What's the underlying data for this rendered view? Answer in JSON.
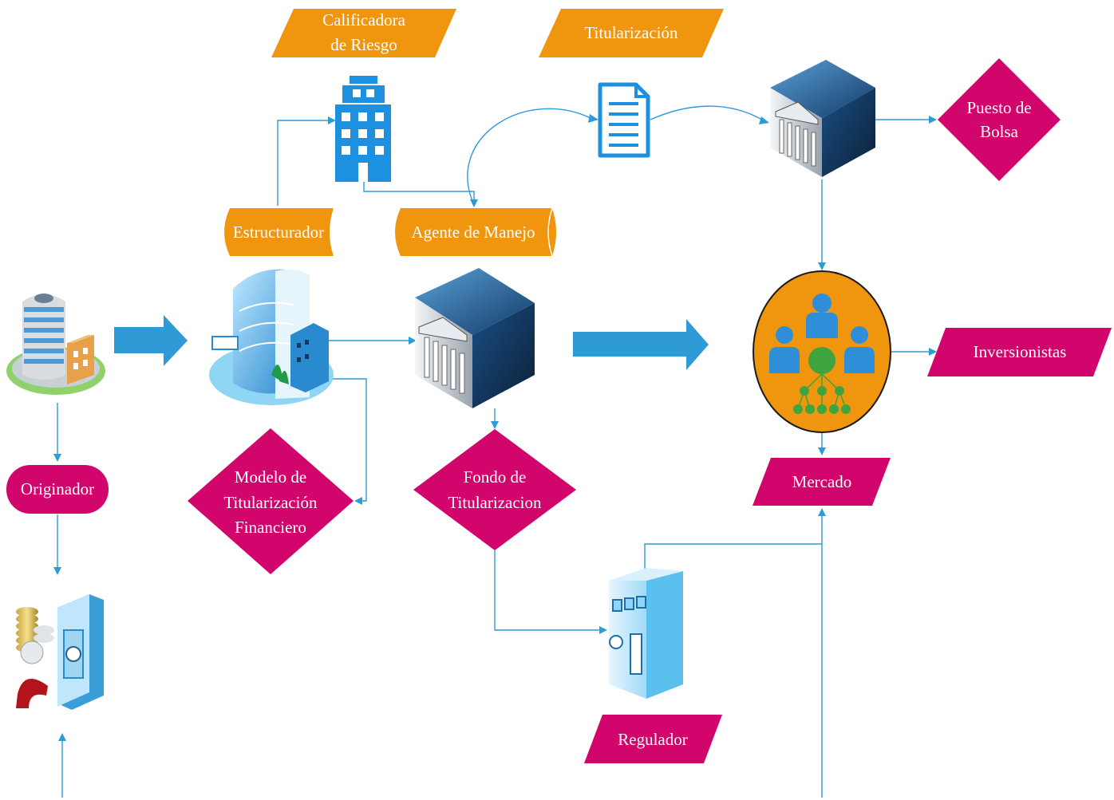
{
  "colors": {
    "orange": "#f0950e",
    "magenta": "#d1056b",
    "blue_arrow": "#2f9bd6",
    "building_blue": "#1e90e0",
    "market_circle": "#f0950e",
    "people_blue": "#2e8fd8",
    "people_green": "#3fa33f"
  },
  "nodes": {
    "calificadora": "Calificadora de Riesgo",
    "titularizacion": "Titularización",
    "estructurador": "Estructurador",
    "agente": "Agente de Manejo",
    "puesto_bolsa": "Puesto de Bolsa",
    "inversionistas": "Inversionistas",
    "originador": "Originador",
    "modelo": "Modelo de Titularización Financiero",
    "fondo": "Fondo de Titularizacion",
    "mercado": "Mercado",
    "regulador": "Regulador"
  },
  "icons": {
    "office_tower": "office-tower-icon",
    "document": "document-icon",
    "bank_top": "bank-building-icon",
    "originator_building": "originator-building-icon",
    "structurer_building": "structurer-building-icon",
    "fund_bank": "fund-bank-icon",
    "market_people": "market-people-icon",
    "vault_coins": "vault-coins-icon",
    "regulator_kiosk": "regulator-kiosk-icon"
  }
}
